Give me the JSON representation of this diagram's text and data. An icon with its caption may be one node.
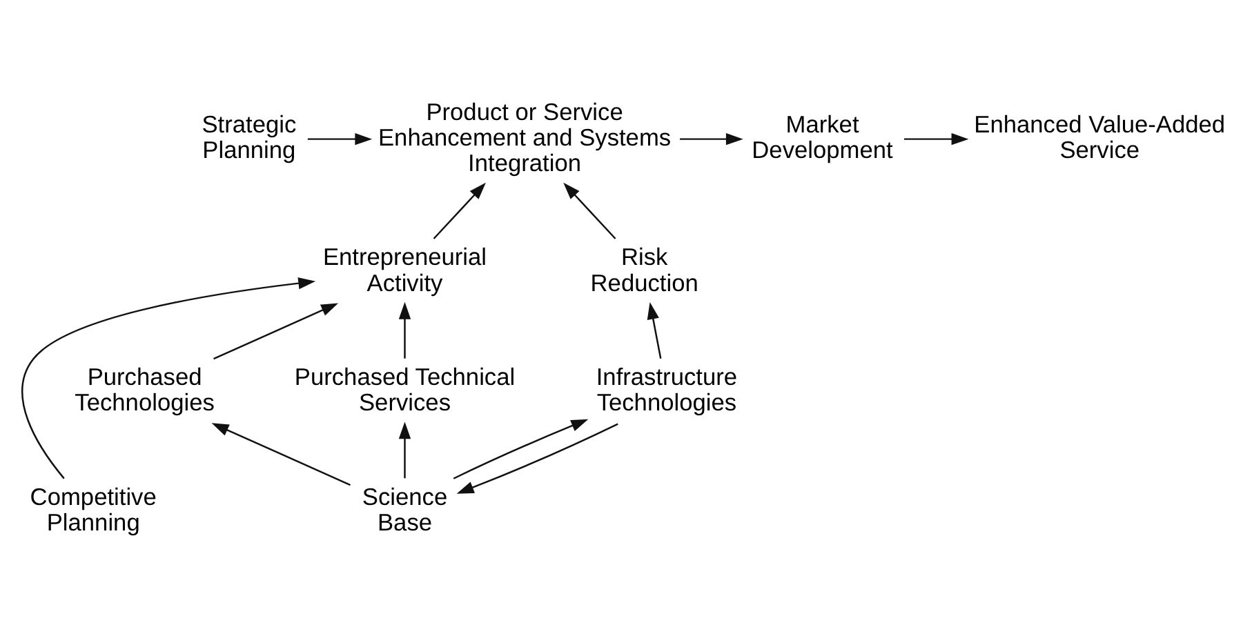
{
  "diagram": {
    "nodes": [
      {
        "text": [
          "Strategic Planning"
        ]
      },
      {
        "text": [
          "Product or Service Enhancement and Systems Integration"
        ]
      },
      {
        "text": [
          "Market Development"
        ]
      },
      {
        "text": [
          "Enhanced Value-Added Service"
        ]
      },
      {
        "text": [
          "Competitive Planning"
        ]
      },
      {
        "text": [
          "Entrepreneurial Activity"
        ]
      },
      {
        "text": [
          "Risk Reduction"
        ]
      },
      {
        "text": [
          "Purchased Technologies"
        ]
      },
      {
        "text": [
          "Purchased Technical Services"
        ]
      },
      {
        "text": [
          "Infrastructure Technologies"
        ]
      },
      {
        "text": [
          "Science Base"
        ]
      }
    ],
    "edges": [
      {
        "from": 0,
        "to": 1,
        "arrow": "to"
      },
      {
        "from": 1,
        "to": 2,
        "arrow": "to"
      },
      {
        "from": 2,
        "to": 3,
        "arrow": "to"
      },
      {
        "from": 4,
        "to": 5,
        "arrow": "to"
      },
      {
        "from": 5,
        "to": 1,
        "arrow": "to"
      },
      {
        "from": 6,
        "to": 1,
        "arrow": "to"
      },
      {
        "from": 7,
        "to": 5,
        "arrow": "to"
      },
      {
        "from": 8,
        "to": 5,
        "arrow": "to"
      },
      {
        "from": 9,
        "to": 6,
        "arrow": "to"
      },
      {
        "from": 10,
        "to": 9,
        "arrow": "to"
      },
      {
        "from": 9,
        "to": 10,
        "arrow": "to"
      },
      {
        "from": 10,
        "to": 7,
        "arrow": "to"
      },
      {
        "from": 10,
        "to": 8,
        "arrow": "to"
      }
    ]
  }
}
